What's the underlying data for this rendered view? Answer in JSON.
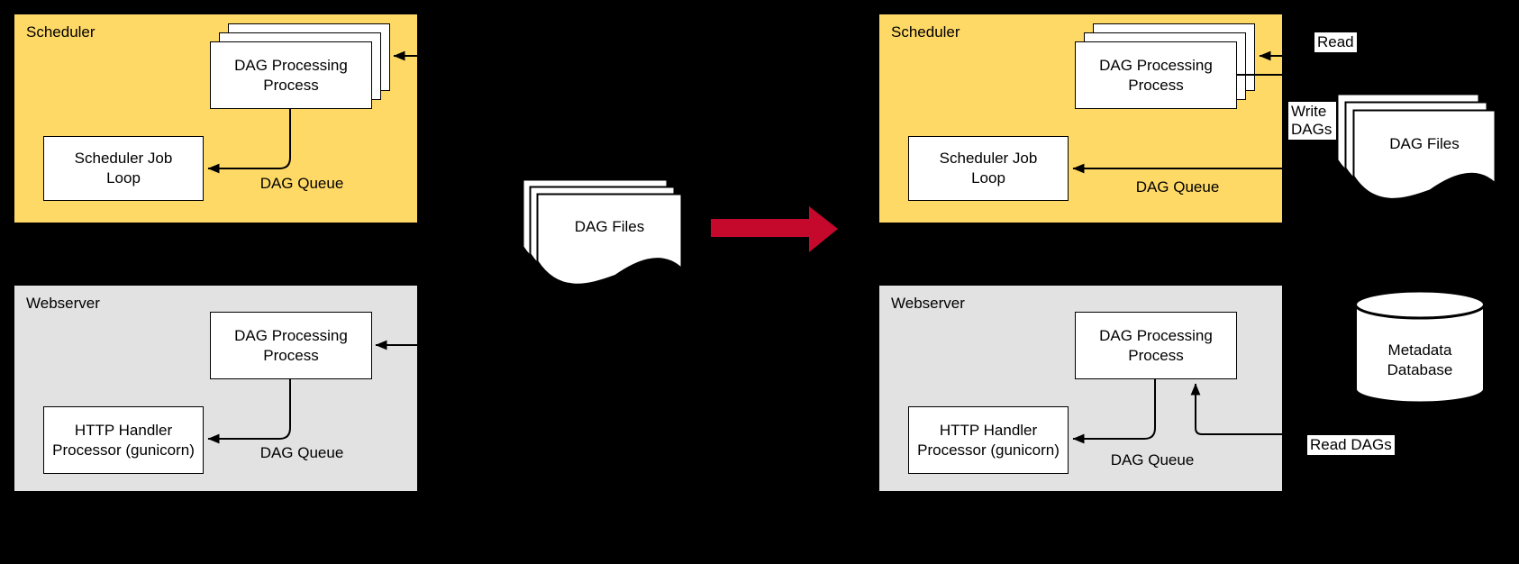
{
  "colors": {
    "canvas_bg": "#000000",
    "scheduler_panel_fill": "#FFD966",
    "webserver_panel_fill": "#E2E2E2",
    "shape_fill": "#FFFFFF",
    "line_color": "#000000",
    "transition_arrow_fill": "#C5092D"
  },
  "before": {
    "scheduler": {
      "title": "Scheduler",
      "dag_processing_label": "DAG Processing Process",
      "job_loop_label": "Scheduler Job Loop",
      "queue_label": "DAG Queue"
    },
    "webserver": {
      "title": "Webserver",
      "dag_processing_label": "DAG Processing Process",
      "http_handler_label": "HTTP Handler Processor (gunicorn)",
      "queue_label": "DAG Queue"
    },
    "dag_files_label": "DAG Files"
  },
  "after": {
    "scheduler": {
      "title": "Scheduler",
      "dag_processing_label": "DAG Processing Process",
      "job_loop_label": "Scheduler Job Loop",
      "queue_label": "DAG Queue"
    },
    "webserver": {
      "title": "Webserver",
      "dag_processing_label": "DAG Processing Process",
      "http_handler_label": "HTTP Handler Processor (gunicorn)",
      "queue_label": "DAG Queue"
    },
    "read_label": "Read",
    "write_dags_label": "Write DAGs",
    "dag_files_label": "DAG Files",
    "metadata_database_label": "Metadata Database",
    "read_dags_label": "Read DAGs"
  }
}
